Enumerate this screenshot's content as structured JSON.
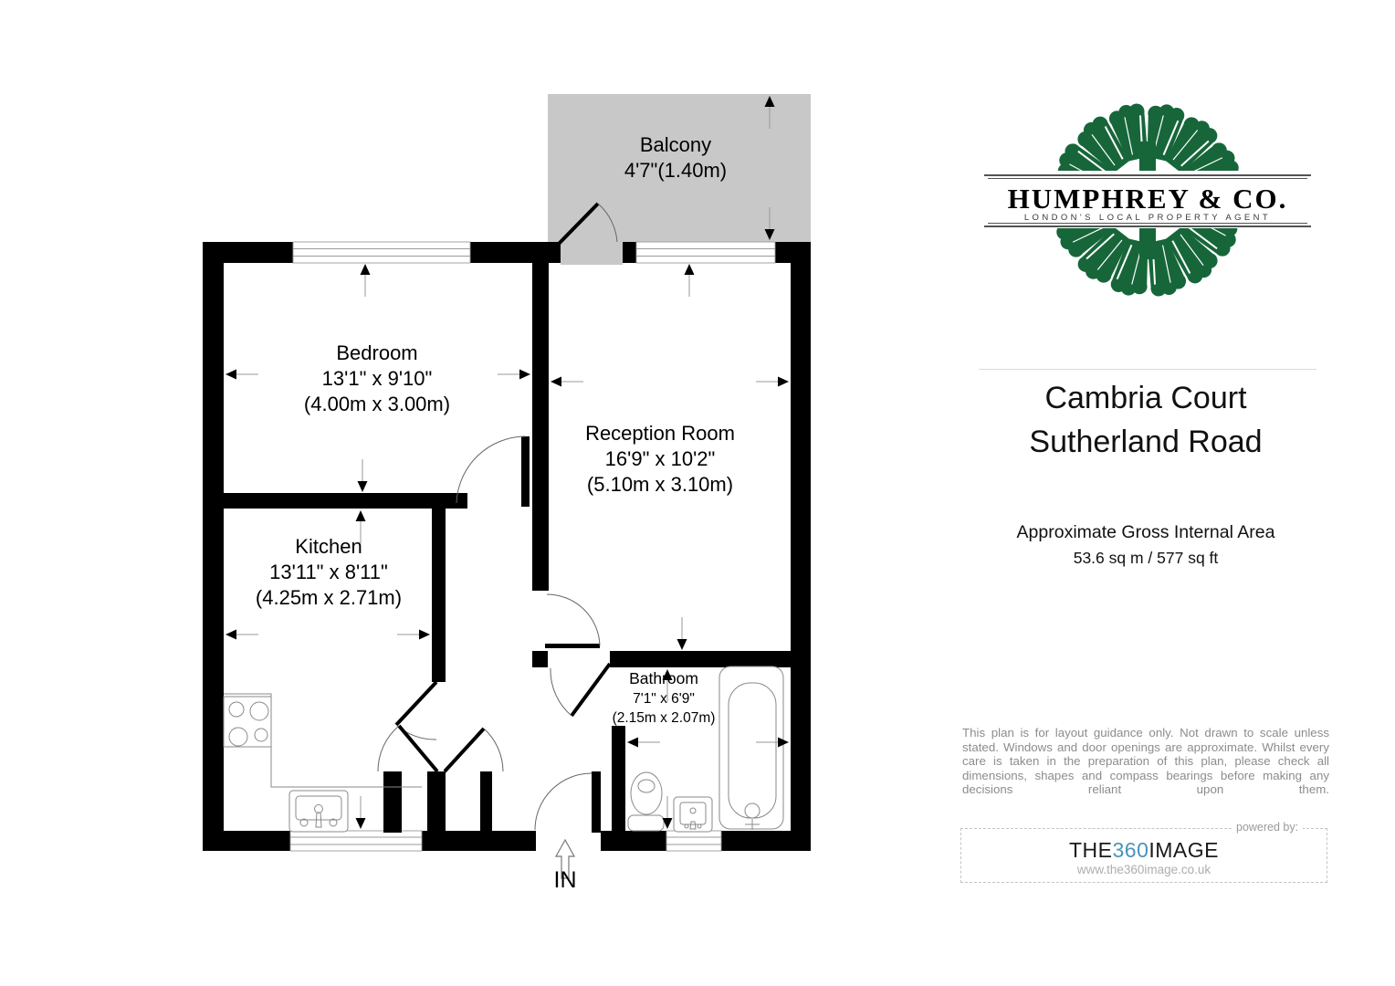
{
  "plan": {
    "balcony": {
      "name": "Balcony",
      "dims": "4'7\"(1.40m)"
    },
    "bedroom": {
      "name": "Bedroom",
      "dims_imperial": "13'1\" x 9'10\"",
      "dims_metric": "(4.00m x 3.00m)"
    },
    "reception": {
      "name": "Reception Room",
      "dims_imperial": "16'9\" x 10'2\"",
      "dims_metric": "(5.10m x 3.10m)"
    },
    "kitchen": {
      "name": "Kitchen",
      "dims_imperial": "13'11\" x 8'11\"",
      "dims_metric": "(4.25m x 2.71m)"
    },
    "bathroom": {
      "name": "Bathroom",
      "dims_imperial": "7'1\" x 6'9\"",
      "dims_metric": "(2.15m x 2.07m)"
    },
    "entrance_label": "IN",
    "colors": {
      "wall": "#000000",
      "balcony_fill": "#c8c8c8"
    }
  },
  "sidebar": {
    "logo": {
      "company": "HUMPHREY & CO.",
      "tagline": "LONDON'S LOCAL PROPERTY AGENT",
      "green": "#17663a"
    },
    "property_title_line1": "Cambria Court",
    "property_title_line2": "Sutherland Road",
    "area_heading": "Approximate Gross Internal Area",
    "area_value": "53.6 sq m / 577 sq ft",
    "disclaimer": "This plan is for layout guidance only. Not drawn to scale unless stated. Windows and door openings are approximate. Whilst every care is taken in the preparation of this plan, please check all dimensions, shapes and compass bearings before making any decisions reliant upon them.",
    "powered_by_label": "powered by:",
    "brand": {
      "part1": "THE",
      "part2": "360",
      "part3": "IMAGE",
      "url": "www.the360image.co.uk",
      "accent": "#4b93ba"
    }
  }
}
